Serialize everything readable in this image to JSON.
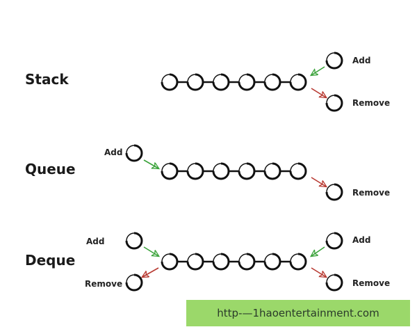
{
  "colors": {
    "add_arrow": "#3aa23a",
    "remove_arrow": "#b83a32",
    "node": "#111111",
    "watermark_bg": "#9bd86a"
  },
  "stack": {
    "title": "Stack",
    "add_label": "Add",
    "remove_label": "Remove"
  },
  "queue": {
    "title": "Queue",
    "add_label": "Add",
    "remove_label": "Remove"
  },
  "deque": {
    "title": "Deque",
    "add_left_label": "Add",
    "remove_left_label": "Remove",
    "add_right_label": "Add",
    "remove_right_label": "Remove"
  },
  "watermark": {
    "text": "http-—1haoentertainment.com"
  }
}
